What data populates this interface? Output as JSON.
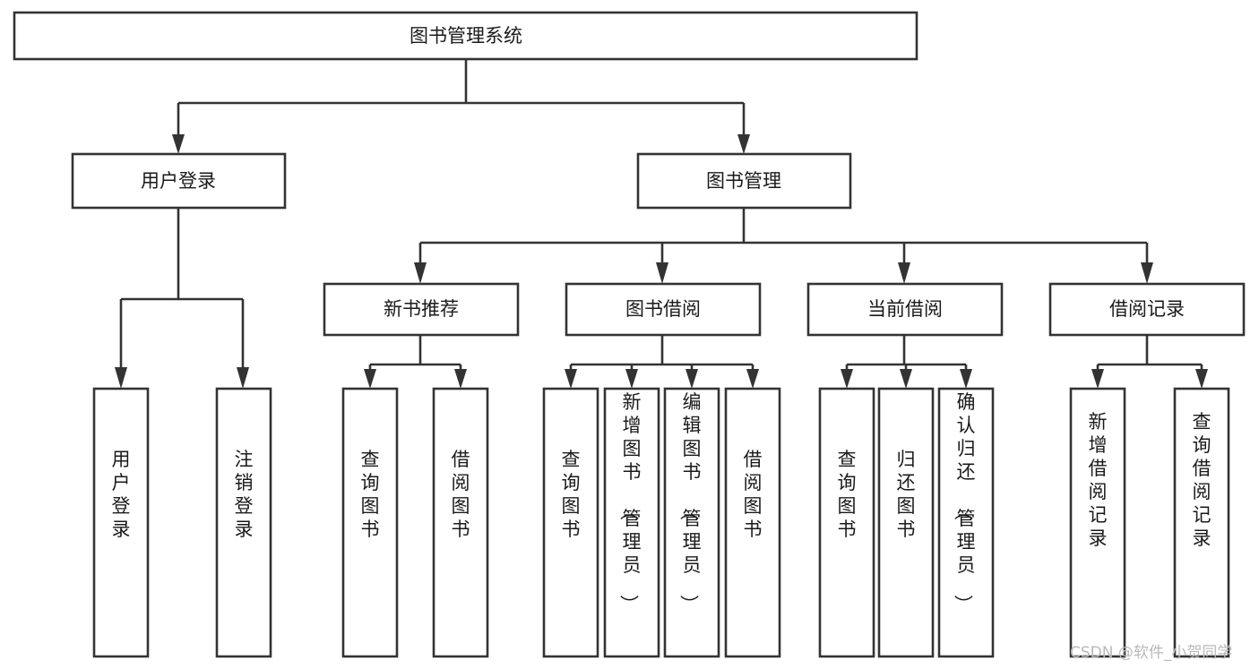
{
  "diagram": {
    "title": "图书管理系统",
    "type": "tree-hierarchy-diagram",
    "orientation": "top-down",
    "colors": {
      "box_stroke": "#333333",
      "box_fill": "#ffffff",
      "edge": "#333333",
      "text": "#1a1a1a",
      "watermark": "#b9b9b9",
      "background": "#ffffff"
    },
    "root": {
      "label": "图书管理系统"
    },
    "level1": [
      {
        "label": "用户登录"
      },
      {
        "label": "图书管理"
      }
    ],
    "level2": [
      {
        "label": "新书推荐"
      },
      {
        "label": "图书借阅"
      },
      {
        "label": "当前借阅"
      },
      {
        "label": "借阅记录"
      }
    ],
    "leaves": {
      "user_login": [
        {
          "label": "用户登录"
        },
        {
          "label": "注销登录"
        }
      ],
      "new_book_recommend": [
        {
          "label": "查询图书"
        },
        {
          "label": "借阅图书"
        }
      ],
      "book_borrow": [
        {
          "label": "查询图书"
        },
        {
          "label": "新增图书（管理员）"
        },
        {
          "label": "编辑图书（管理员）"
        },
        {
          "label": "借阅图书"
        }
      ],
      "current_borrow": [
        {
          "label": "查询图书"
        },
        {
          "label": "归还图书"
        },
        {
          "label": "确认归还（管理员）"
        }
      ],
      "borrow_record": [
        {
          "label": "新增借阅记录"
        },
        {
          "label": "查询借阅记录"
        }
      ]
    }
  },
  "watermark": {
    "text": "CSDN @软件_小贺同学"
  },
  "chart_data": {
    "type": "table",
    "title": "图书管理系统 功能结构图",
    "nodes": [
      {
        "id": "root",
        "label": "图书管理系统",
        "level": 0,
        "parent": null
      },
      {
        "id": "n1",
        "label": "用户登录",
        "level": 1,
        "parent": "root"
      },
      {
        "id": "n2",
        "label": "图书管理",
        "level": 1,
        "parent": "root"
      },
      {
        "id": "n1a",
        "label": "用户登录",
        "level": 2,
        "parent": "n1"
      },
      {
        "id": "n1b",
        "label": "注销登录",
        "level": 2,
        "parent": "n1"
      },
      {
        "id": "n2a",
        "label": "新书推荐",
        "level": 2,
        "parent": "n2"
      },
      {
        "id": "n2b",
        "label": "图书借阅",
        "level": 2,
        "parent": "n2"
      },
      {
        "id": "n2c",
        "label": "当前借阅",
        "level": 2,
        "parent": "n2"
      },
      {
        "id": "n2d",
        "label": "借阅记录",
        "level": 2,
        "parent": "n2"
      },
      {
        "id": "n2a1",
        "label": "查询图书",
        "level": 3,
        "parent": "n2a"
      },
      {
        "id": "n2a2",
        "label": "借阅图书",
        "level": 3,
        "parent": "n2a"
      },
      {
        "id": "n2b1",
        "label": "查询图书",
        "level": 3,
        "parent": "n2b"
      },
      {
        "id": "n2b2",
        "label": "新增图书（管理员）",
        "level": 3,
        "parent": "n2b"
      },
      {
        "id": "n2b3",
        "label": "编辑图书（管理员）",
        "level": 3,
        "parent": "n2b"
      },
      {
        "id": "n2b4",
        "label": "借阅图书",
        "level": 3,
        "parent": "n2b"
      },
      {
        "id": "n2c1",
        "label": "查询图书",
        "level": 3,
        "parent": "n2c"
      },
      {
        "id": "n2c2",
        "label": "归还图书",
        "level": 3,
        "parent": "n2c"
      },
      {
        "id": "n2c3",
        "label": "确认归还（管理员）",
        "level": 3,
        "parent": "n2c"
      },
      {
        "id": "n2d1",
        "label": "新增借阅记录",
        "level": 3,
        "parent": "n2d"
      },
      {
        "id": "n2d2",
        "label": "查询借阅记录",
        "level": 3,
        "parent": "n2d"
      }
    ]
  }
}
